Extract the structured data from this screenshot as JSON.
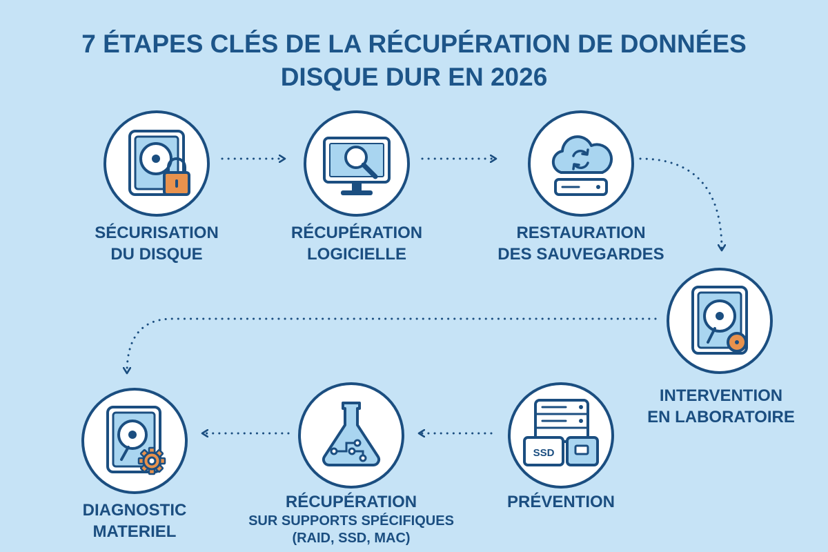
{
  "title": {
    "line1": "7 ÉTAPES CLÉS DE LA RÉCUPÉRATION DE DONNÉES",
    "line2": "DISQUE DUR EN 2026"
  },
  "steps": [
    {
      "id": "securisation",
      "icon": "hard-drive-lock-icon",
      "lines": [
        "SÉCURISATION",
        "DU DISQUE"
      ]
    },
    {
      "id": "recuperation-logicielle",
      "icon": "monitor-magnifier-icon",
      "lines": [
        "RÉCUPÉRATION",
        "LOGICIELLE"
      ]
    },
    {
      "id": "restauration",
      "icon": "cloud-sync-server-icon",
      "lines": [
        "RESTAURATION",
        "DES SAUVEGARDES"
      ]
    },
    {
      "id": "laboratoire",
      "icon": "hard-drive-disk-icon",
      "lines": [
        "INTERVENTION",
        "EN LABORATOIRE"
      ]
    },
    {
      "id": "prevention",
      "icon": "storage-devices-ssd-icon",
      "lines": [
        "PRÉVENTION"
      ],
      "ssd_label": "SSD"
    },
    {
      "id": "supports-specifiques",
      "icon": "lab-flask-circuit-icon",
      "lines": [
        "RÉCUPÉRATION",
        "SUR SUPPORTS SPÉCIFIQUES",
        "(RAID, SSD, MAC)"
      ]
    },
    {
      "id": "diagnostic",
      "icon": "hard-drive-gear-icon",
      "lines": [
        "DIAGNOSTIC",
        "MATERIEL"
      ]
    }
  ],
  "colors": {
    "background": "#c6e3f6",
    "primary": "#1b4e80",
    "accent_orange": "#e8924d",
    "icon_fill": "#a9d5f0"
  }
}
